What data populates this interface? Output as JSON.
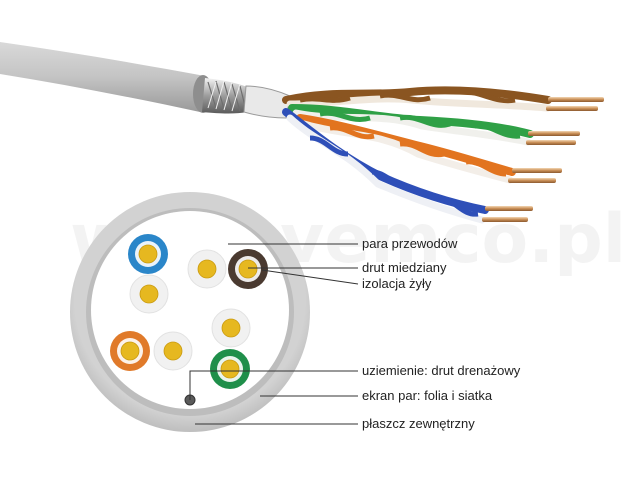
{
  "watermark": "www.vemco.pl",
  "labels": {
    "pair": "para przewodów",
    "copper": "drut miedziany",
    "insulation": "izolacja żyły",
    "drain": "uziemienie: drut drenażowy",
    "shield": "ekran par: folia i siatka",
    "jacket": "płaszcz zewnętrzny"
  },
  "colors": {
    "jacket": "#c8c8c8",
    "shield": "#b5b5b5",
    "inner": "#ffffff",
    "copper": "#e6b820",
    "blue": "#2a86c9",
    "brown": "#4a3a30",
    "orange": "#e07a2a",
    "green": "#1f8f4a",
    "white_ins": "#f1f1f1",
    "leader": "#333333"
  },
  "cores": [
    {
      "name": "blue",
      "insulation": "blue"
    },
    {
      "name": "white",
      "insulation": "white_ins"
    },
    {
      "name": "brown",
      "insulation": "brown"
    },
    {
      "name": "white",
      "insulation": "white_ins"
    },
    {
      "name": "white",
      "insulation": "white_ins"
    },
    {
      "name": "orange",
      "insulation": "orange"
    },
    {
      "name": "white",
      "insulation": "white_ins"
    },
    {
      "name": "green",
      "insulation": "green"
    },
    {
      "name": "white",
      "insulation": "white_ins"
    }
  ]
}
